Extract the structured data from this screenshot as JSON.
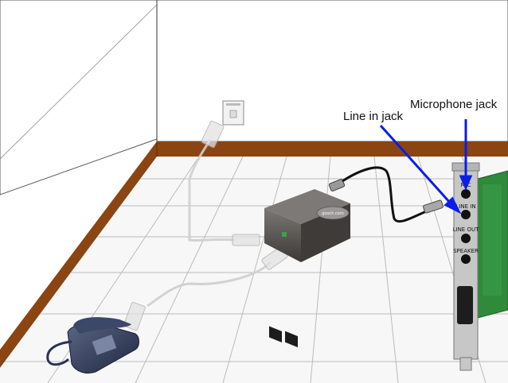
{
  "callouts": {
    "line_in_jack": "Line in jack",
    "microphone_jack": "Microphone jack"
  },
  "card_ports": {
    "mic": "MIC",
    "line_in": "LINE IN",
    "line_out": "LINE OUT",
    "speaker": "SPEAKER"
  },
  "adapter_label": "gooch.com",
  "colors": {
    "wall": "#ffffff",
    "wall_shadow": "#e4e4e4",
    "baseboard": "#8a4513",
    "floor_grid": "#bbbbbb",
    "arrow": "#0a1ee8",
    "card_green": "#2f8a3a",
    "card_bracket": "#c7c7c7",
    "adapter": "#4a4745",
    "phone": "#2f3a55"
  }
}
